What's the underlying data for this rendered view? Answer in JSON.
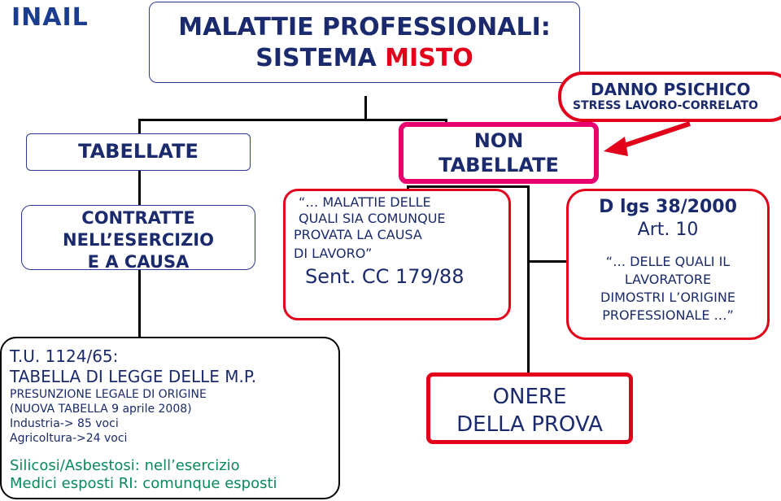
{
  "logo": "INAIL",
  "title": {
    "line1": "MALATTIE PROFESSIONALI:",
    "line2_prefix": "SISTEMA ",
    "line2_accent": "MISTO"
  },
  "danno": {
    "title": "DANNO PSICHICO",
    "subtitle": "STRESS LAVORO-CORRELATO"
  },
  "tabellate": "TABELLATE",
  "non_tabellate": {
    "line1": "NON",
    "line2": "TABELLATE"
  },
  "contratte": {
    "line1": "CONTRATTE",
    "line2": "NELL’ESERCIZIO",
    "line3": "E A CAUSA"
  },
  "malattie_quote": {
    "line1": "“… MALATTIE DELLE",
    "line2": "QUALI SIA COMUNQUE",
    "line3": "PROVATA LA  CAUSA",
    "line4": "DI LAVORO”",
    "sent": "Sent. CC 179/88"
  },
  "dlgs": {
    "line1": "D lgs 38/2000",
    "line2": "Art. 10",
    "q1": "“… DELLE QUALI IL",
    "q2": "LAVORATORE",
    "q3": "DIMOSTRI L’ORIGINE",
    "q4": "PROFESSIONALE …”"
  },
  "tu": {
    "line1": "T.U. 1124/65:",
    "line2": "TABELLA DI LEGGE DELLE M.P.",
    "line3": "PRESUNZIONE LEGALE DI ORIGINE",
    "line4": "(NUOVA TABELLA 9 aprile 2008)",
    "line5": "Industria-> 85 voci",
    "line6": "Agricoltura->24 voci",
    "line7": "Silicosi/Asbestosi: nell’esercizio",
    "line8": "Medici esposti RI: comunque esposti"
  },
  "onere": {
    "line1": "ONERE",
    "line2": "DELLA PROVA"
  },
  "colors": {
    "navy": "#1a2a6c",
    "red": "#e3001b",
    "pink": "#e8006e",
    "green": "#0a8a5a"
  }
}
